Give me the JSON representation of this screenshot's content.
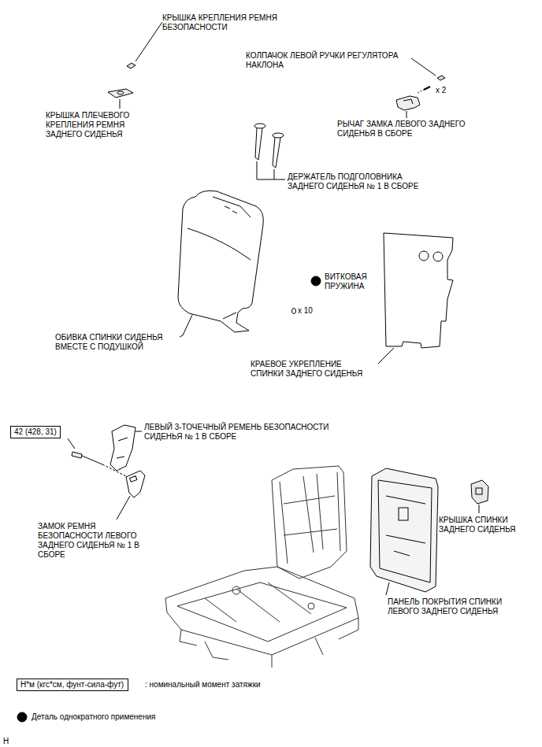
{
  "diagram": {
    "nodes": [
      {
        "text": [
          "42 (428, 31)"
        ]
      },
      {
        "text": [
          "Н*м (кгс*см, фунт-сила-фут)"
        ]
      }
    ],
    "labels": [
      "КРЫШКА КРЕПЛЕНИЯ РЕМНЯ БЕЗОПАСНОСТИ",
      "КОЛПАЧОК ЛЕВОЙ РУЧКИ РЕГУЛЯТОРА НАКЛОНА",
      "x 2",
      "КРЫШКА ПЛЕЧЕВОГО КРЕПЛЕНИЯ РЕМНЯ ЗАДНЕГО СИДЕНЬЯ",
      "РЫЧАГ ЗАМКА ЛЕВОГО ЗАДНЕГО СИДЕНЬЯ В СБОРЕ",
      "ДЕРЖАТЕЛЬ ПОДГОЛОВНИКА ЗАДНЕГО СИДЕНЬЯ № 1 В СБОРЕ",
      "ВИТКОВАЯ ПРУЖИНА",
      "x 10",
      "ОБИВКА СПИНКИ СИДЕНЬЯ ВМЕСТЕ С ПОДУШКОЙ",
      "КРАЕВОЕ УКРЕПЛЕНИЕ СПИНКИ ЗАДНЕГО СИДЕНЬЯ",
      "ЛЕВЫЙ 3-ТОЧЕЧНЫЙ РЕМЕНЬ БЕЗОПАСНОСТИ СИДЕНЬЯ № 1 В СБОРЕ",
      "ЗАМОК РЕМНЯ БЕЗОПАСНОСТИ ЛЕВОГО ЗАДНЕГО СИДЕНЬЯ № 1 В СБОРЕ",
      "КРЫШКА СПИНКИ ЗАДНЕГО СИДЕНЬЯ",
      "ПАНЕЛЬ ПОКРЫТИЯ СПИНКИ ЛЕВОГО ЗАДНЕГО СИДЕНЬЯ",
      "H"
    ],
    "legend": [
      {
        "text": ": номинальный момент затяжки"
      },
      {
        "text": "Деталь однократного применения"
      }
    ]
  }
}
